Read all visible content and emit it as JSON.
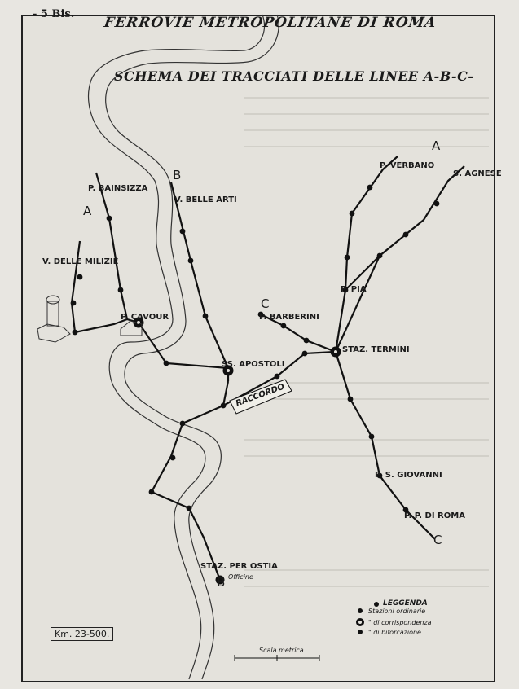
{
  "page_number": "- 5 Bis.",
  "title": "FERROVIE METROPOLITANE DI ROMA",
  "subtitle": "SCHEMA DEI TRACCIATI DELLE LINEE A-B-C-",
  "line_letters": {
    "a_west": "A",
    "a_east": "A",
    "b_north": "B",
    "b_south": "B",
    "c_north": "C",
    "c_south": "C"
  },
  "stations": {
    "bainsizza": "P. BAINSIZZA",
    "belle_arti": "V. BELLE ARTI",
    "milizie": "V. DELLE MILIZIE",
    "cavour": "P. CAVOUR",
    "barberini": "P. BARBERINI",
    "ss_apostoli": "SS. APOSTOLI",
    "termini": "STAZ. TERMINI",
    "pia": "P. PIA",
    "verbano": "P. VERBANO",
    "agnese": "S. AGNESE",
    "raccordo": "RACCORDO",
    "s_giovanni": "P. S. GIOVANNI",
    "porta_roma": "P. P. DI ROMA",
    "ostia": "STAZ. PER OSTIA",
    "officine": "Officine"
  },
  "legend": {
    "title": "LEGGENDA",
    "items": [
      "Stazioni ordinarie",
      "\" di corrispondenza",
      "\" di biforcazione"
    ]
  },
  "footer": {
    "km": "Km. 23-500.",
    "scale": "Scala metrica"
  }
}
